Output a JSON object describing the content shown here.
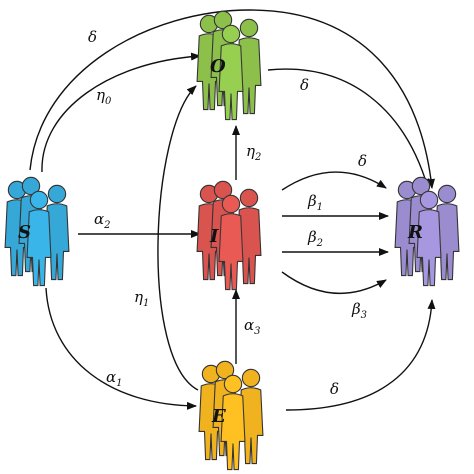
{
  "nodes": {
    "S": {
      "label": "S",
      "color": "#35a8d8"
    },
    "O": {
      "label": "O",
      "color": "#8cc04a"
    },
    "I": {
      "label": "I",
      "color": "#d9534f"
    },
    "R": {
      "label": "R",
      "color": "#9b8cd0"
    },
    "E": {
      "label": "E",
      "color": "#f0b21f"
    }
  },
  "edges": {
    "S_R_delta": {
      "sym": "δ",
      "sub": ""
    },
    "S_O_eta0": {
      "sym": "η",
      "sub": "0"
    },
    "O_R_delta": {
      "sym": "δ",
      "sub": ""
    },
    "I_O_eta2": {
      "sym": "η",
      "sub": "2"
    },
    "S_I_alpha2": {
      "sym": "α",
      "sub": "2"
    },
    "I_R_delta": {
      "sym": "δ",
      "sub": ""
    },
    "I_R_beta1": {
      "sym": "β",
      "sub": "1"
    },
    "I_R_beta2": {
      "sym": "β",
      "sub": "2"
    },
    "I_R_beta3": {
      "sym": "β",
      "sub": "3"
    },
    "E_O_eta1": {
      "sym": "η",
      "sub": "1"
    },
    "E_I_alpha3": {
      "sym": "α",
      "sub": "3"
    },
    "S_E_alpha1": {
      "sym": "α",
      "sub": "1"
    },
    "E_R_delta": {
      "sym": "δ",
      "sub": ""
    }
  }
}
